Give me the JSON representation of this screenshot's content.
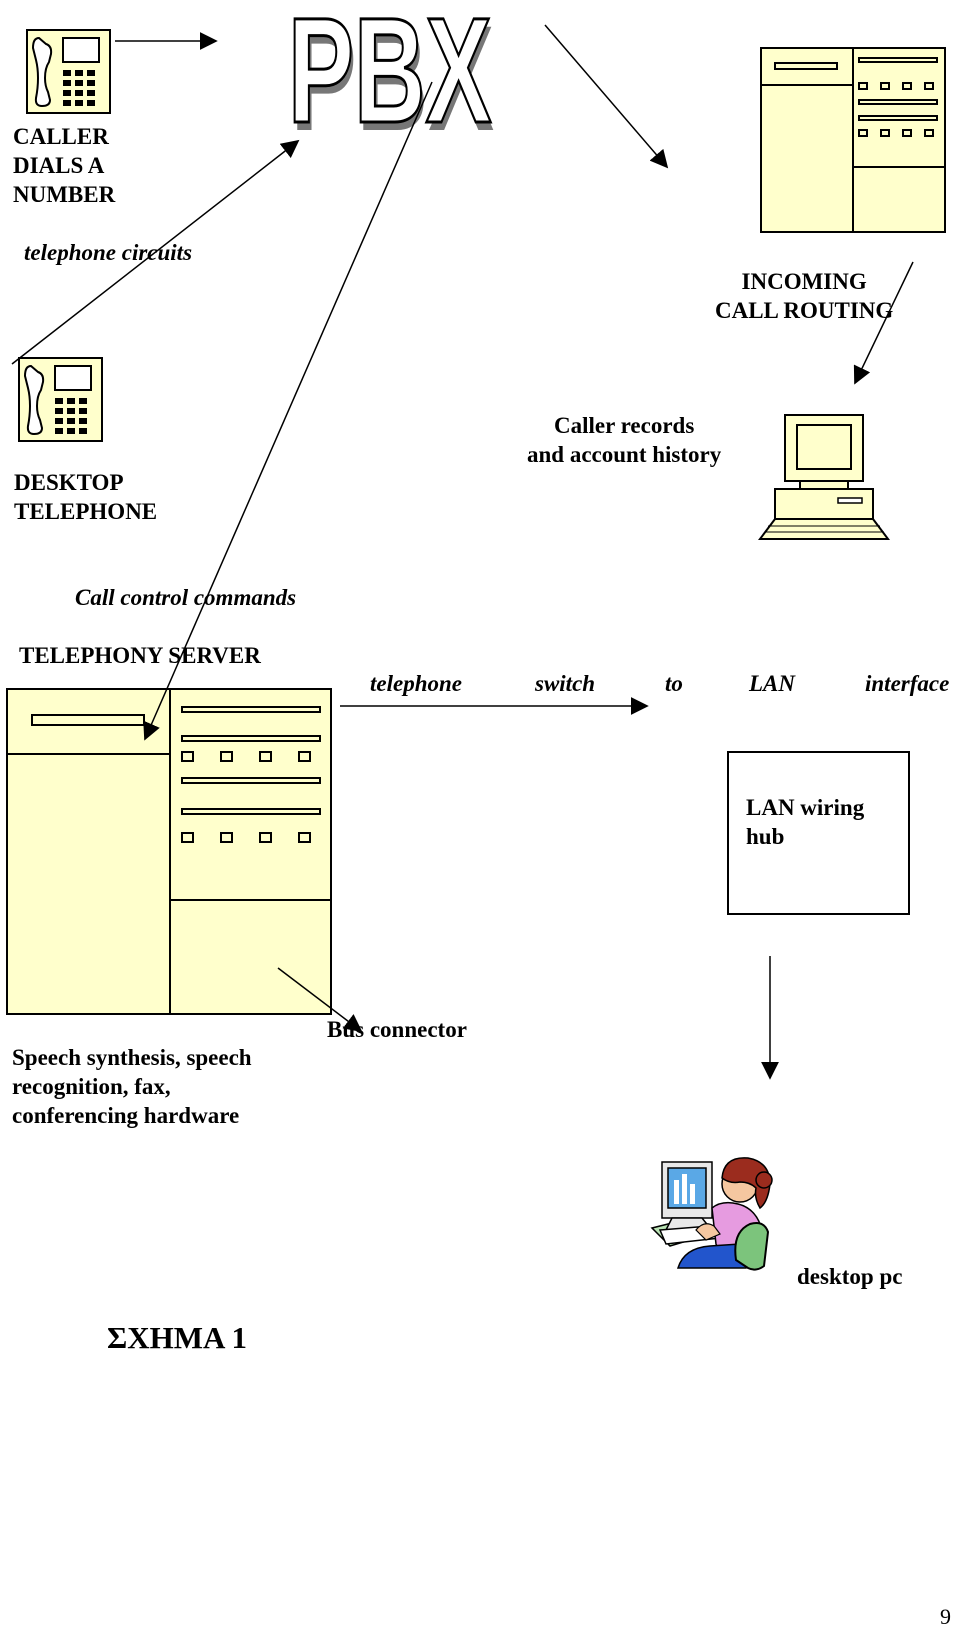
{
  "diagram": {
    "pbx_logo": "PBX",
    "caller_label": "CALLER\nDIALS A\nNUMBER",
    "telephone_circuits": "telephone circuits",
    "incoming_call_routing": "INCOMING\nCALL  ROUTING",
    "caller_records": "Caller records\nand account history",
    "desktop_telephone": "DESKTOP\nTELEPHONE",
    "call_control_commands": "Call control commands",
    "telephony_server": "TELEPHONY SERVER",
    "interface_words": [
      "telephone",
      "switch",
      "to",
      "LAN",
      "interface"
    ],
    "lan_hub": "LAN wiring\nhub",
    "bus_connector": "Bus connector",
    "speech_hardware": "Speech synthesis, speech\nrecognition, fax,\nconferencing hardware",
    "desktop_pc": "desktop pc",
    "figure_title": "ΣΧΗΜΑ 1",
    "page_number": "9"
  },
  "colors": {
    "device_fill": "#ffffcc",
    "stroke": "#000000",
    "woman_hair": "#9b2c1e",
    "woman_shirt": "#e69be0",
    "screen_blue": "#5aa8e6",
    "chair_green": "#7cc47c",
    "pants_blue": "#2255cc"
  },
  "icons": [
    "telephone-icon",
    "server-cabinet-icon",
    "desktop-computer-icon",
    "woman-at-pc-icon"
  ]
}
